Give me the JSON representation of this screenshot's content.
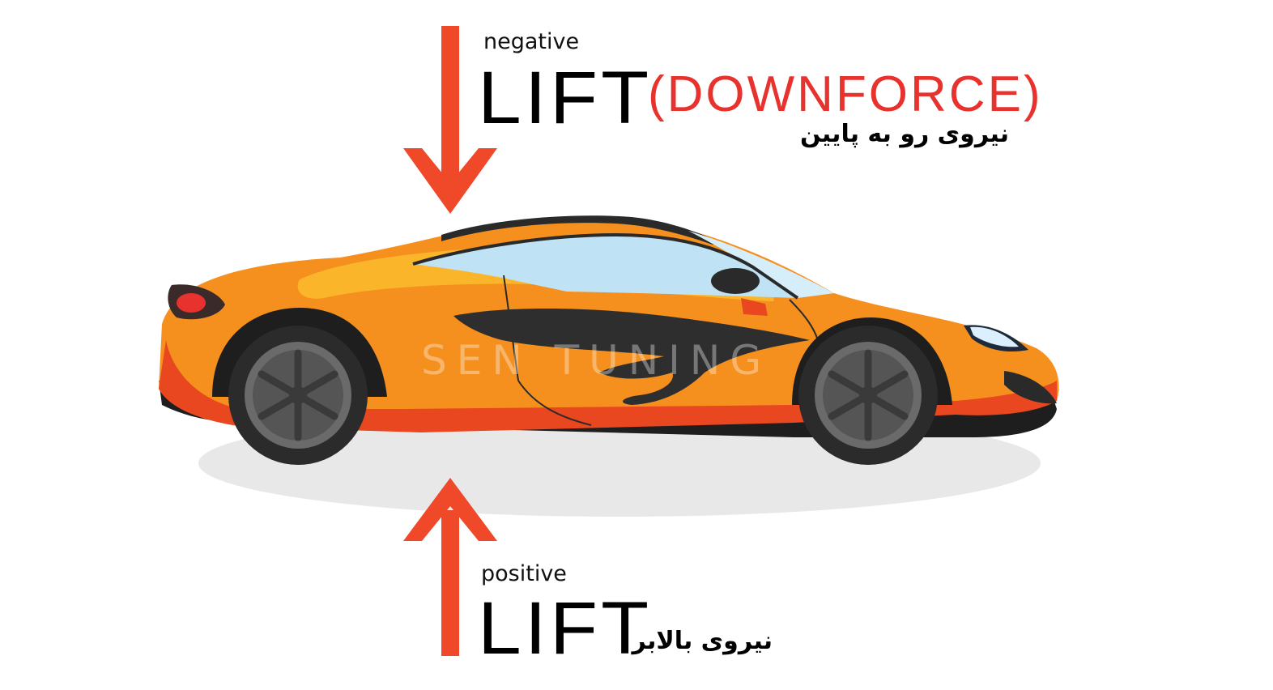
{
  "top_label": {
    "small": "negative",
    "big": "LIFT",
    "paren": "(DOWNFORCE)",
    "persian": "نیروی رو به پایین"
  },
  "bottom_label": {
    "small": "positive",
    "big": "LIFT",
    "persian": "نیروی بالابر"
  },
  "watermark": "SEN TUNING",
  "colors": {
    "arrow": "#f0492a",
    "paren": "#e8322d",
    "body_orange": "#f5901e",
    "body_highlight": "#fbb52a",
    "body_dark": "#e8471f",
    "stripe": "#2e2e2e",
    "glass": "#bfe3f5",
    "shadow": "#e8e8e8"
  },
  "icons": [
    "down-arrow-icon",
    "up-arrow-icon",
    "sports-car-icon"
  ]
}
